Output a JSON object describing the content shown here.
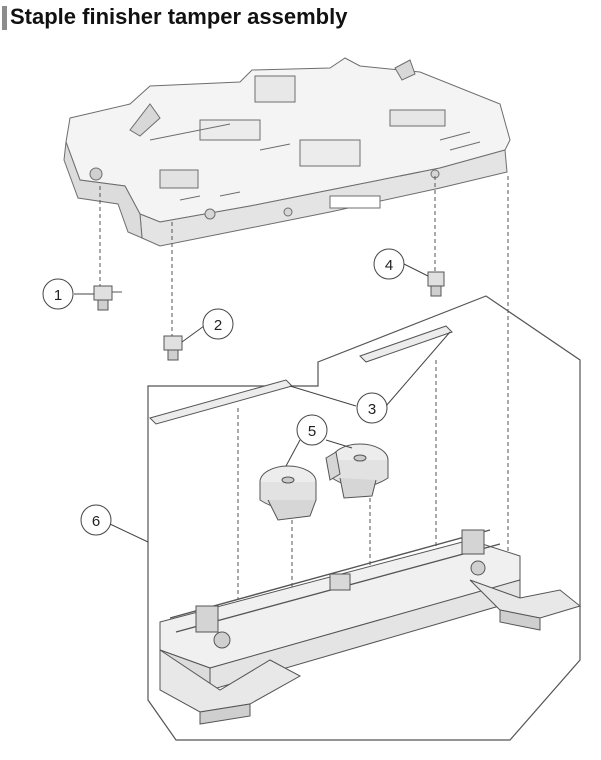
{
  "title": "Staple finisher tamper assembly",
  "callouts": [
    {
      "id": "1",
      "label": "1"
    },
    {
      "id": "2",
      "label": "2"
    },
    {
      "id": "3",
      "label": "3"
    },
    {
      "id": "4",
      "label": "4"
    },
    {
      "id": "5",
      "label": "5"
    },
    {
      "id": "6",
      "label": "6"
    }
  ],
  "colors": {
    "line": "#6e6e6e",
    "fill_light": "#f2f2f2",
    "fill_mid": "#dcdcdc",
    "fill_dark": "#bdbdbd",
    "accent": "#8c8c8c"
  }
}
